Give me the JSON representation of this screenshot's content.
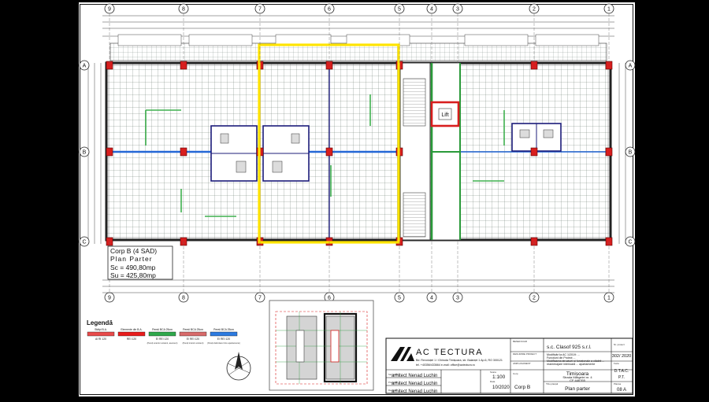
{
  "grid": {
    "vertical": [
      "9",
      "8",
      "7",
      "6",
      "5",
      "4",
      "3",
      "2",
      "1"
    ],
    "horizontal": [
      "A",
      "B",
      "C"
    ]
  },
  "rooms": {
    "lift": "Lift"
  },
  "corp": {
    "title": "Corp B (4 SAD)",
    "subtitle": "Plan Parter",
    "sc": "Sc = 490,80mp",
    "su": "Su = 425,80mp"
  },
  "legend": {
    "title": "Legendă",
    "items": [
      {
        "label": "Stâlpi B.A.",
        "code": "Al RI 120",
        "color": "#e84a4a",
        "note": ""
      },
      {
        "label": "Elemente din B.A.",
        "code": "REI 120",
        "color": "#e81c1c",
        "note": ""
      },
      {
        "label": "Pereți BCA 25cm",
        "code": "EI REI 120",
        "color": "#2ea84a",
        "note": "(Pereți exterior existent, asemeni)"
      },
      {
        "label": "Pereți BCA 25cm",
        "code": "EI REI 120",
        "color": "#d86a6a",
        "note": "(Pereți interior existent)"
      },
      {
        "label": "Pereți BCA 25cm",
        "code": "EI REI 120",
        "color": "#2c7be0",
        "note": "(Pereți delimitare între apartamente)"
      }
    ]
  },
  "titleblock": {
    "firm": "AC TECTURA",
    "firm_address": "Bd. Revoluției 1 / Ghiroda Timișoara, str. Balanței 1 Ap.6, RO 300121",
    "firm_contact": "tel. +40356/433664  e-mail: office@actectura.ro",
    "beneficiar_label": "BENEFICIAR",
    "beneficiar": "s.c. Clasof 925 s.r.l.",
    "project_label": "DENUMIRE PROIECT",
    "project_lines": [
      "Modificări la AC 1/2019: ...",
      "Funcțiuni din Proiect ...",
      "Modificarea structurii și funcționale a clădirii ...",
      "reamenajare interioară ... apartamente"
    ],
    "location_label": "AMPLASAMENT",
    "city": "Timișoara",
    "street": "Strada Mărgelei nr. 4",
    "cf": "CF 446765",
    "project_no_label": "Nr. proiect",
    "project_no": "302/ 2020",
    "phase_label": "Faza",
    "phase_1": "D.T.A.C.",
    "phase_2": "P.T.",
    "scale_label": "Scara",
    "scale": "1:100",
    "date_label": "Data",
    "date": "10/2020",
    "corp_label": "Corp",
    "corp": "Corp B",
    "drawing_label": "Titlu planșă",
    "drawing": "Plan parter",
    "sheet_label": "Plansa",
    "sheet": "08 A",
    "roles": [
      {
        "role": "Sef proiect",
        "name": "arhitect Nenad Luchin"
      },
      {
        "role": "Proiectat",
        "name": "arhitect Nenad Luchin"
      },
      {
        "role": "Desenat",
        "name": "arhitect Nenad Luchin"
      }
    ]
  },
  "colors": {
    "paper": "#ffffff",
    "highlight": "#ffe400",
    "column": "#d81e1e",
    "wall_green": "#2a9a3a",
    "wall_blue": "#2467d6",
    "wall_navy": "#1c1c7a",
    "hatch": "#5a7a6a"
  }
}
